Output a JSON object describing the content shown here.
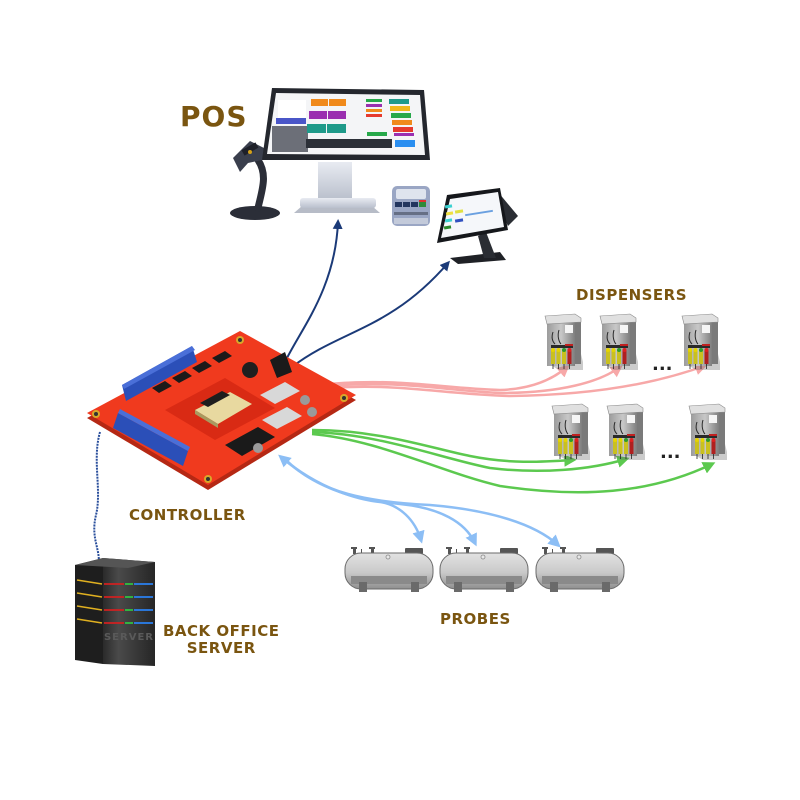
{
  "diagram": {
    "type": "system-architecture",
    "labels": {
      "pos": "POS",
      "dispensers": "DISPENSERS",
      "controller": "CONTROLLER",
      "probes": "PROBES",
      "back_office_server_line1": "BACK OFFICE",
      "back_office_server_line2": "SERVER"
    },
    "ellipsis": "...",
    "server_face_text": "SERVER",
    "colors": {
      "label": "#7a5510",
      "pos_link": "#1b3a78",
      "dispenser_row1_link": "#f7a8a8",
      "dispenser_row2_link": "#5cc94f",
      "probe_link": "#8cbef5",
      "server_cable": "#2a4f9c",
      "board": "#f03a1e",
      "terminal_block": "#2b4fb8"
    },
    "nodes": [
      {
        "id": "controller",
        "label": "CONTROLLER"
      },
      {
        "id": "pos-main-terminal",
        "group": "POS"
      },
      {
        "id": "barcode-scanner",
        "group": "POS"
      },
      {
        "id": "card-reader",
        "group": "POS"
      },
      {
        "id": "pos-secondary-terminal",
        "group": "POS"
      },
      {
        "id": "dispenser-1-1",
        "group": "DISPENSERS"
      },
      {
        "id": "dispenser-1-2",
        "group": "DISPENSERS"
      },
      {
        "id": "dispenser-1-n",
        "group": "DISPENSERS"
      },
      {
        "id": "dispenser-2-1",
        "group": "DISPENSERS"
      },
      {
        "id": "dispenser-2-2",
        "group": "DISPENSERS"
      },
      {
        "id": "dispenser-2-n",
        "group": "DISPENSERS"
      },
      {
        "id": "tank-1",
        "group": "PROBES"
      },
      {
        "id": "tank-2",
        "group": "PROBES"
      },
      {
        "id": "tank-3",
        "group": "PROBES"
      },
      {
        "id": "back-office-server",
        "label": "BACK OFFICE SERVER"
      }
    ],
    "edges": [
      {
        "from": "controller",
        "to": "pos-main-terminal",
        "style": "pos_link",
        "direction": "to"
      },
      {
        "from": "controller",
        "to": "pos-secondary-terminal",
        "style": "pos_link",
        "direction": "to"
      },
      {
        "from": "controller",
        "to": "dispenser-1-1",
        "style": "dispenser_row1_link",
        "direction": "to"
      },
      {
        "from": "controller",
        "to": "dispenser-1-2",
        "style": "dispenser_row1_link",
        "direction": "to"
      },
      {
        "from": "controller",
        "to": "dispenser-1-n",
        "style": "dispenser_row1_link",
        "direction": "to"
      },
      {
        "from": "controller",
        "to": "dispenser-2-1",
        "style": "dispenser_row2_link",
        "direction": "to"
      },
      {
        "from": "controller",
        "to": "dispenser-2-2",
        "style": "dispenser_row2_link",
        "direction": "to"
      },
      {
        "from": "controller",
        "to": "dispenser-2-n",
        "style": "dispenser_row2_link",
        "direction": "to"
      },
      {
        "from": "controller",
        "to": "tank-1",
        "style": "probe_link",
        "direction": "both"
      },
      {
        "from": "controller",
        "to": "tank-2",
        "style": "probe_link",
        "direction": "both"
      },
      {
        "from": "controller",
        "to": "tank-3",
        "style": "probe_link",
        "direction": "both"
      },
      {
        "from": "controller",
        "to": "back-office-server",
        "style": "server_cable",
        "direction": "none"
      }
    ]
  }
}
